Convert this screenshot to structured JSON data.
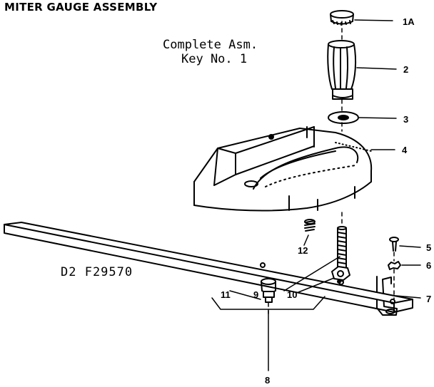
{
  "title": "MITER GAUGE ASSEMBLY",
  "note": {
    "line1": "Complete Asm.",
    "line2": "Key No. 1"
  },
  "drawing_code": "D2 F29570",
  "parts": [
    {
      "key": "1A"
    },
    {
      "key": "2"
    },
    {
      "key": "3"
    },
    {
      "key": "4"
    },
    {
      "key": "5"
    },
    {
      "key": "6"
    },
    {
      "key": "7"
    },
    {
      "key": "8"
    },
    {
      "key": "9"
    },
    {
      "key": "10"
    },
    {
      "key": "11"
    },
    {
      "key": "12"
    }
  ]
}
